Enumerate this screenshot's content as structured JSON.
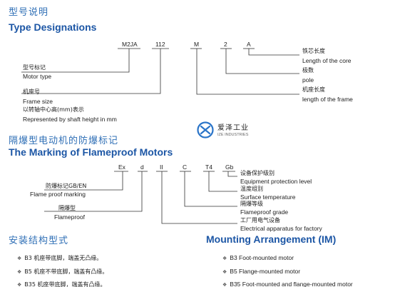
{
  "type_section": {
    "cn_title": "型号说明",
    "en_title": "Type Designations",
    "codes": [
      "M2JA",
      "112",
      "M",
      "2",
      "A"
    ],
    "left_labels": [
      {
        "cn": "型号标记",
        "en": "Motor type"
      },
      {
        "cn": "机座号",
        "en": "Frame size",
        "cn2": "以转轴中心高(mm)表示",
        "en2": "Represented by shaft height in mm"
      }
    ],
    "right_labels": [
      {
        "cn": "铁芯长度",
        "en": "Length of the core"
      },
      {
        "cn": "极数",
        "en": "pole"
      },
      {
        "cn": "机座长度",
        "en": "length of the frame"
      }
    ]
  },
  "logo": {
    "cn": "爱泽工业",
    "en": "IZE INDUSTRIES"
  },
  "flameproof_section": {
    "cn_title": "隔爆型电动机的防爆标记",
    "en_title": "The Marking of Flameproof Motors",
    "codes": [
      "Ex",
      "d",
      "II",
      "C",
      "T4",
      "Gb"
    ],
    "left_labels": [
      {
        "cn": "防爆标记GB/EN",
        "en": "Flame proof marking"
      },
      {
        "cn": "隔爆型",
        "en": "Flameproof"
      }
    ],
    "right_labels": [
      {
        "cn": "设备保护级别",
        "en": "Equipment protection level"
      },
      {
        "cn": "温度组别",
        "en": "Surface temperature"
      },
      {
        "cn": "隔爆等级",
        "en": "Flameproof grade"
      },
      {
        "cn": "工厂用电气设备",
        "en": "Electrical apparatus for factory"
      }
    ]
  },
  "mounting_section": {
    "cn_title": "安装结构型式",
    "en_title": "Mounting Arrangement (IM)",
    "bullet": "❖",
    "cn_items": [
      "B3 机座带底脚，端盖无凸缘。",
      "B5 机座不带底脚，端盖有凸缘。",
      "B35 机座带底脚，端盖有凸缘。"
    ],
    "en_items": [
      "B3 Foot-mounted motor",
      "B5 Flange-mounted motor",
      "B35 Foot-mounted and flange-mounted motor"
    ]
  },
  "colors": {
    "heading_blue": "#1c56a5",
    "cn_heading_blue": "#2f6fb6",
    "logo_blue": "#2a74c8"
  }
}
